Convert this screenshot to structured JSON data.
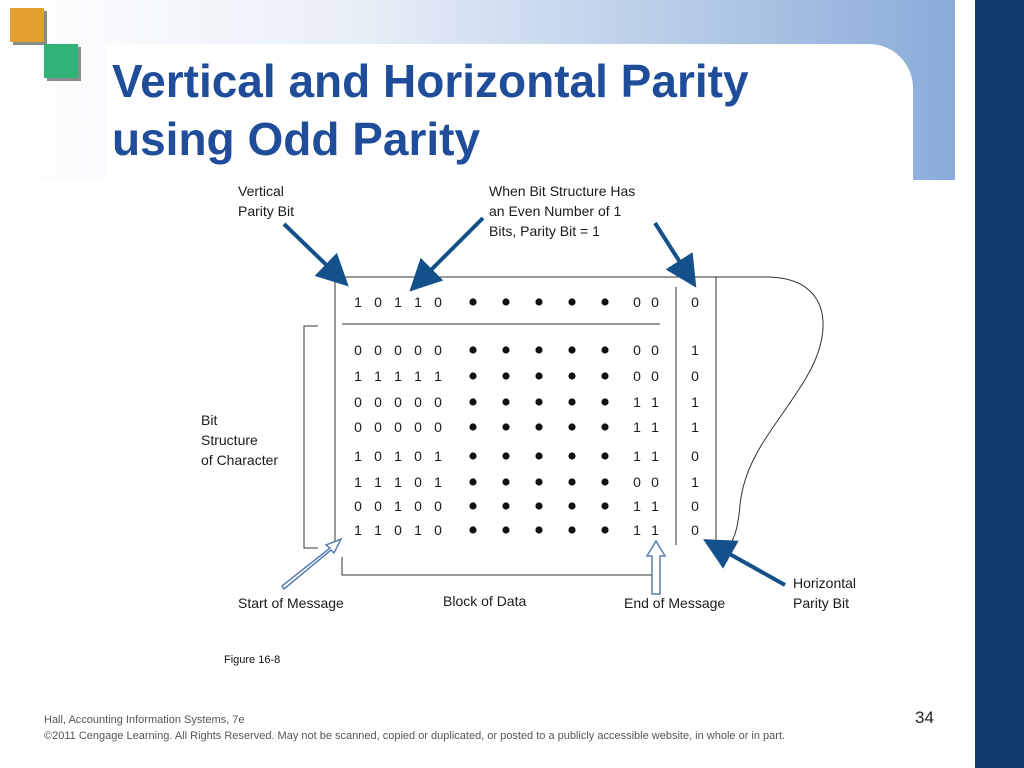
{
  "slide": {
    "title_line1": "Vertical and Horizontal Parity",
    "title_line2": "using Odd Parity",
    "figure_caption": "Figure 16-8",
    "footer_line1": "Hall, Accounting Information Systems, 7e",
    "footer_line2": "©2011 Cengage Learning. All Rights Reserved. May not be scanned, copied or duplicated, or posted to a publicly accessible website, in whole or in part.",
    "page_number": "34"
  },
  "diagram": {
    "labels": {
      "vertical_parity_1": "Vertical",
      "vertical_parity_2": "Parity Bit",
      "even_note_1": "When Bit Structure Has",
      "even_note_2": "an Even Number of 1",
      "even_note_3": "Bits, Parity Bit = 1",
      "bit_structure_1": "Bit",
      "bit_structure_2": "Structure",
      "bit_structure_3": "of Character",
      "start_of_message": "Start of Message",
      "block_of_data": "Block of Data",
      "end_of_message": "End of Message",
      "horizontal_parity_1": "Horizontal",
      "horizontal_parity_2": "Parity Bit"
    },
    "top_row": {
      "left": [
        "1",
        "0",
        "1",
        "1",
        "0"
      ],
      "right": [
        "0",
        "0"
      ],
      "parity": "0"
    },
    "rows": [
      {
        "left": [
          "0",
          "0",
          "0",
          "0",
          "0"
        ],
        "right": [
          "0",
          "0"
        ],
        "parity": "1"
      },
      {
        "left": [
          "1",
          "1",
          "1",
          "1",
          "1"
        ],
        "right": [
          "0",
          "0"
        ],
        "parity": "0"
      },
      {
        "left": [
          "0",
          "0",
          "0",
          "0",
          "0"
        ],
        "right": [
          "1",
          "1"
        ],
        "parity": "1"
      },
      {
        "left": [
          "0",
          "0",
          "0",
          "0",
          "0"
        ],
        "right": [
          "1",
          "1"
        ],
        "parity": "1"
      },
      {
        "left": [
          "1",
          "0",
          "1",
          "0",
          "1"
        ],
        "right": [
          "1",
          "1"
        ],
        "parity": "0"
      },
      {
        "left": [
          "1",
          "1",
          "1",
          "0",
          "1"
        ],
        "right": [
          "0",
          "0"
        ],
        "parity": "1"
      },
      {
        "left": [
          "0",
          "0",
          "1",
          "0",
          "0"
        ],
        "right": [
          "1",
          "1"
        ],
        "parity": "0"
      },
      {
        "left": [
          "1",
          "1",
          "0",
          "1",
          "0"
        ],
        "right": [
          "1",
          "1"
        ],
        "parity": "0"
      }
    ],
    "colors": {
      "arrow": "#14508a",
      "title": "#1f4d9a",
      "accent_orange": "#e2a02e",
      "accent_green": "#2fb377",
      "side_bar": "#143b6e"
    }
  }
}
